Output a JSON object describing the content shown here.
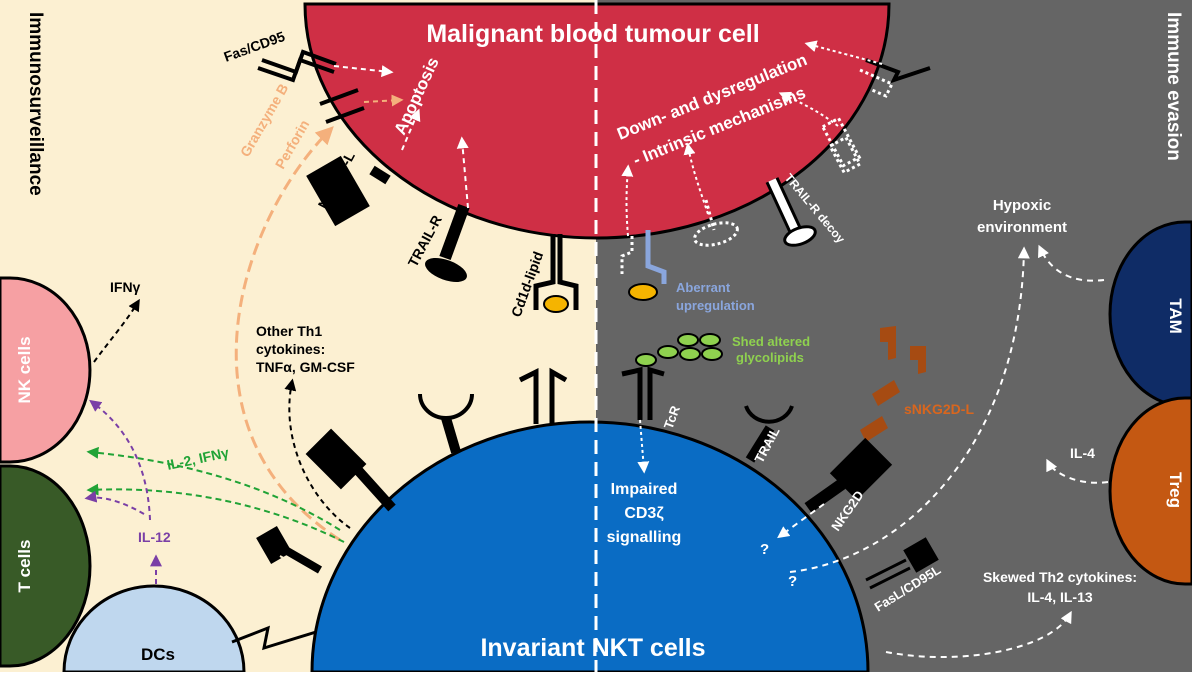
{
  "colors": {
    "left_bg": "#fcf0d2",
    "right_bg": "#656565",
    "tumour": "#cf2f45",
    "nkt": "#0a6cc4",
    "nk": "#f6a0a3",
    "tcell": "#385a27",
    "dc": "#bfd7ee",
    "tam": "#0f2c66",
    "treg": "#c45812",
    "green": "#21a336",
    "purple": "#7a3fa6",
    "orange_light": "#f4b07c",
    "light_blue": "#8aa6dd",
    "brown": "#a64b12",
    "lipid": "#f5b400",
    "glycolipid": "#8fd14f",
    "receptor": "#000000"
  },
  "titles": {
    "tumour": "Malignant blood tumour cell",
    "nkt": "Invariant NKT cells",
    "surveillance": "Immunosurveillance",
    "evasion": "Immune evasion"
  },
  "cells": {
    "nk": "NK cells",
    "t": "T cells",
    "dc": "DCs",
    "tam": "TAM",
    "treg": "Treg"
  },
  "left": {
    "fas": "Fas/CD95",
    "apoptosis": "Apoptosis",
    "granzyme": "Granzyme B",
    "perforin": "Perforin",
    "nkg2dl": "NKG2D-L",
    "trailr": "TRAIL-R",
    "cd1d": "Cd1d-lipid",
    "ifng": "IFNγ",
    "th1_line1": "Other Th1",
    "th1_line2": "cytokines:",
    "th1_line3": "TNFα, GM-CSF",
    "il2": "IL-2, IFNγ",
    "il12": "IL-12"
  },
  "right": {
    "mech_line1": "Down- and dysregulation",
    "mech_line2": "- Intrinsic mechanisms",
    "trailr_decoy": "TRAIL-R decoy",
    "hypoxic_line1": "Hypoxic",
    "hypoxic_line2": "environment",
    "aberrant_line1": "Aberrant",
    "aberrant_line2": "upregulation",
    "shed_line1": "Shed altered",
    "shed_line2": "glycolipids",
    "snkg2dl": "sNKG2D-L",
    "tcr": "TcR",
    "trail": "TRAIL",
    "nkg2d": "NKG2D",
    "fasl": "FasL/CD95L",
    "impaired_line1": "Impaired",
    "impaired_line2": "CD3ζ",
    "impaired_line3": "signalling",
    "q1": "?",
    "q2": "?",
    "il4": "IL-4",
    "th2_line1": "Skewed Th2 cytokines:",
    "th2_line2": "IL-4, IL-13"
  }
}
